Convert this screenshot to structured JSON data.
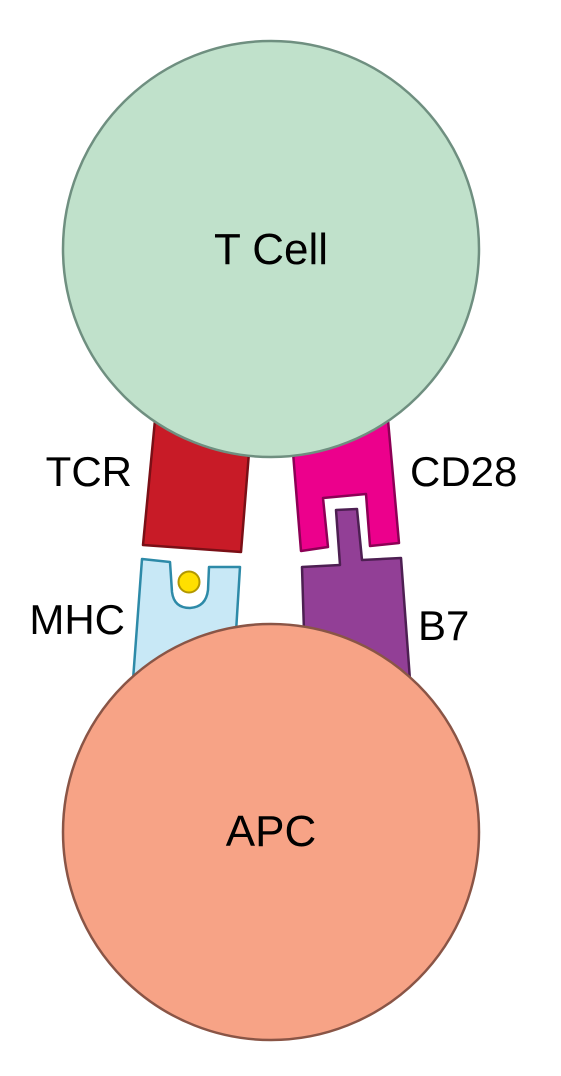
{
  "cells": {
    "t_cell": {
      "label": "T Cell",
      "fill": "#c0e1cb",
      "stroke": "#6f8f80"
    },
    "apc": {
      "label": "APC",
      "fill": "#f7a386",
      "stroke": "#8a5546"
    }
  },
  "molecules": {
    "tcr": {
      "label": "TCR",
      "fill": "#c81b27",
      "stroke": "#7a0f16"
    },
    "mhc": {
      "label": "MHC",
      "fill": "#c8e8f6",
      "stroke": "#2d8aa8"
    },
    "antigen": {
      "fill": "#ffdf00",
      "stroke": "#b29700"
    },
    "cd28": {
      "label": "CD28",
      "fill": "#ec008c",
      "stroke": "#8c0055"
    },
    "b7": {
      "label": "B7",
      "fill": "#923f96",
      "stroke": "#4d1f52"
    }
  }
}
